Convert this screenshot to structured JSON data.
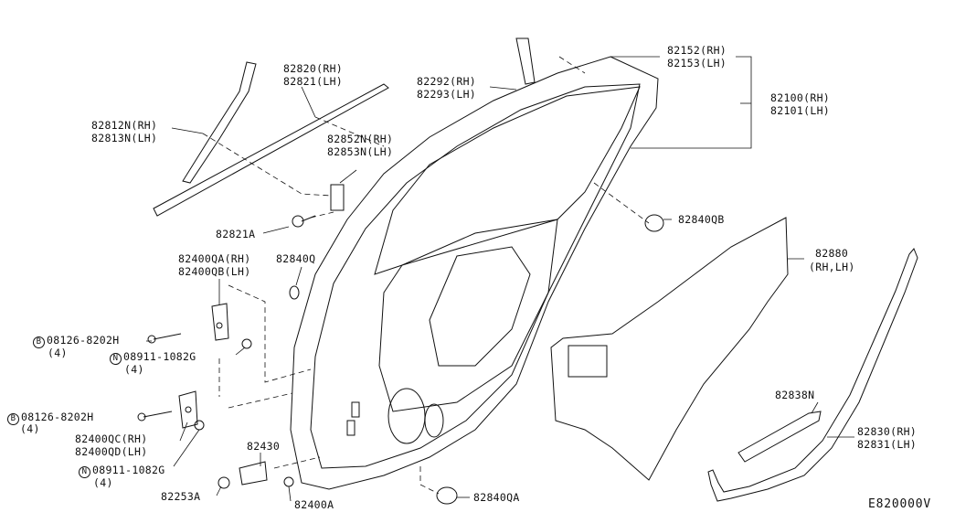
{
  "parts": {
    "p82152": "82152(RH)",
    "p82153": "82153(LH)",
    "p82292": "82292(RH)",
    "p82293": "82293(LH)",
    "p82820": "82820(RH)",
    "p82821": "82821(LH)",
    "p82812": "82812N(RH)",
    "p82813": "82813N(LH)",
    "p82100": "82100(RH)",
    "p82101": "82101(LH)",
    "p82852": "82852N(RH)",
    "p82853": "82853N(LH)",
    "p82821a": "82821A",
    "p82840qb": "82840QB",
    "p82840q": "82840Q",
    "p82880": "82880",
    "p82880sub": "(RH,LH)",
    "p82400qa": "82400QA(RH)",
    "p82400qb": "82400QB(LH)",
    "p82400qc": "82400QC(RH)",
    "p82400qd": "82400QD(LH)",
    "p82838n": "82838N",
    "p82830": "82830(RH)",
    "p82831": "82831(LH)",
    "p82430": "82430",
    "p82253a": "82253A",
    "p82400a": "82400A",
    "p82840qa": "82840QA",
    "bolt1": "08126-8202H",
    "bolt1qty": "(4)",
    "nut1": "08911-1082G",
    "nut1qty": "(4)",
    "bolt2": "08126-8202H",
    "bolt2qty": "(4)",
    "nut2": "08911-1082G",
    "nut2qty": "(4)",
    "badgeB": "B",
    "badgeN": "N"
  },
  "diagram_ref": "E820000V"
}
